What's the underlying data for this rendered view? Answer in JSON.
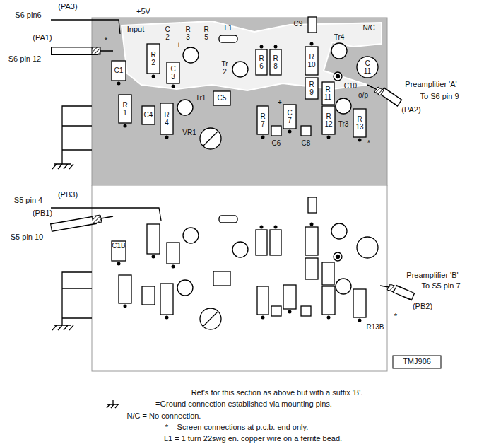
{
  "diagram": {
    "labels": [
      "(PA3)",
      "S6 pin6",
      "+5V",
      "(PA1)",
      "*",
      "S6 pin 12",
      "Input",
      "C 2",
      "R 3",
      "R 5",
      "L1",
      "C9",
      "N/C",
      "Tr4",
      "+",
      "R 2",
      "C1",
      "C 3",
      "Tr 2",
      "R 6",
      "R 8",
      "R 10",
      "C 11",
      "R 9",
      "C10",
      "o/p",
      "Tr1",
      "C5",
      "R 11",
      "+",
      "R 1",
      "C4",
      "R 4",
      "R 7",
      "C 7",
      "R 12",
      "Tr3",
      "R 13",
      "*",
      "C6",
      "C8",
      "VR1",
      "Preamplitier 'A'",
      "To S6 pin 9",
      "(PA2)",
      "(PB3)",
      "S5 pin 4",
      "(PB1)",
      "S5 pin 10",
      "C1B",
      "Preamplifier 'B'",
      "To S5 pin 7",
      "(PB2)",
      "*",
      "R13B",
      "TMJ906",
      "Ref's for this section as above but with a suffix 'B'.",
      "=Ground connection established via mounting pins.",
      "N/C = No connection.",
      "* = Screen connections at p.c.b. end only.",
      "L1 = 1 turn 22swg en. copper wire on a ferrite bead."
    ]
  }
}
